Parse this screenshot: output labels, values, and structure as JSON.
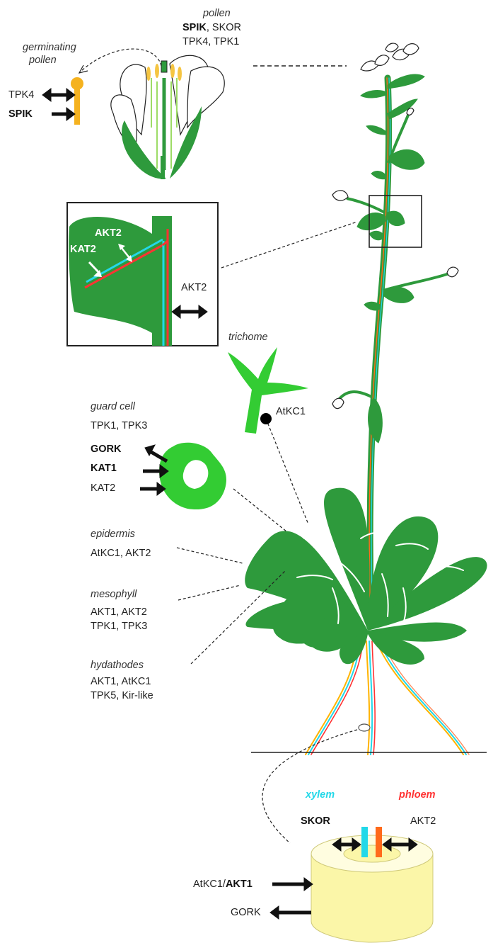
{
  "pollen": {
    "heading": "pollen",
    "bold": "SPIK",
    "line1_rest": ", SKOR",
    "line2": "TPK4, TPK1"
  },
  "germinating_pollen": {
    "line1": "germinating",
    "line2": "pollen",
    "channel_a": "TPK4",
    "channel_b": "SPIK"
  },
  "inset": {
    "label_akt2_white": "AKT2",
    "label_kat2_white": "KAT2",
    "label_akt2_side": "AKT2"
  },
  "trichome": {
    "heading": "trichome",
    "channel": "AtKC1"
  },
  "guard_cell": {
    "heading": "guard cell",
    "line1": "TPK1, TPK3",
    "gork": "GORK",
    "kat1": "KAT1",
    "kat2": "KAT2"
  },
  "epidermis": {
    "heading": "epidermis",
    "line1": "AtKC1, AKT2"
  },
  "mesophyll": {
    "heading": "mesophyll",
    "line1": "AKT1, AKT2",
    "line2": "TPK1, TPK3"
  },
  "hydathodes": {
    "heading": "hydathodes",
    "line1": "AKT1, AtKC1",
    "line2": "TPK5, Kir-like"
  },
  "root_section": {
    "xylem": "xylem",
    "phloem": "phloem",
    "skor": "SKOR",
    "akt2": "AKT2",
    "atkc1_prefix": "AtKC1/",
    "akt1": "AKT1",
    "gork": "GORK"
  },
  "colors": {
    "plant_green": "#2e9a3c",
    "bright_green": "#33cc33",
    "xylem_cyan": "#22d8e8",
    "phloem_red": "#ff3333",
    "phloem_orange": "#ff6a1a",
    "pollen_yellow": "#f5b21f",
    "root_cream": "#fbf6a8"
  }
}
